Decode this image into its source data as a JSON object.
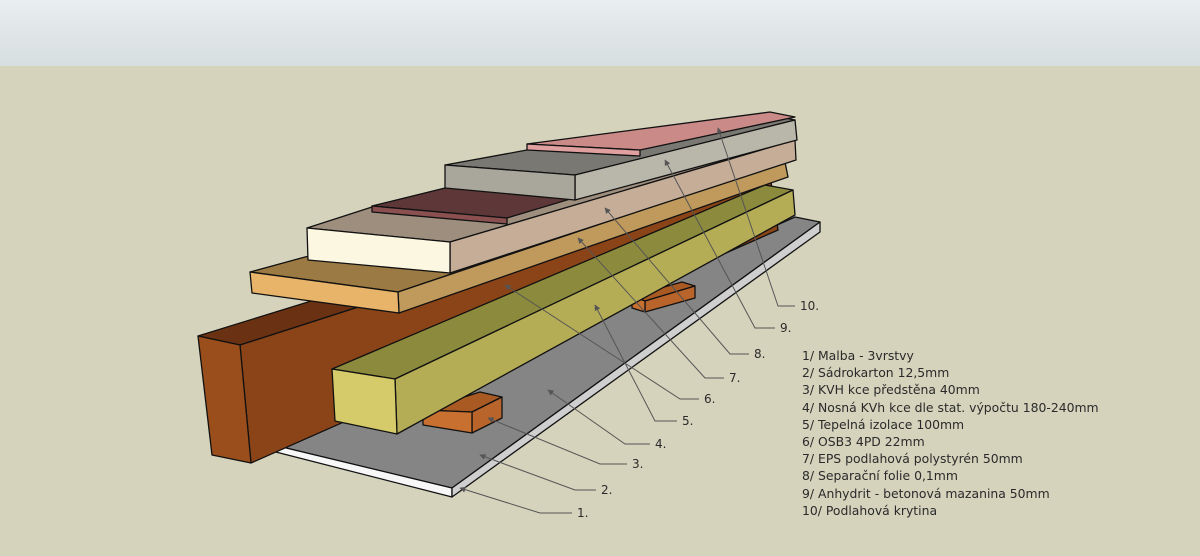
{
  "callouts": [
    "1.",
    "2.",
    "3.",
    "4.",
    "5.",
    "6.",
    "7.",
    "8.",
    "9.",
    "10."
  ],
  "legend": [
    "1/ Malba - 3vrstvy",
    "2/ Sádrokarton 12,5mm",
    "3/ KVH kce předstěna 40mm",
    "4/ Nosná KVh kce dle stat. výpočtu 180-240mm",
    "5/ Tepelná izolace 100mm",
    "6/ OSB3 4PD 22mm",
    "7/ EPS podlahová polystyrén 50mm",
    "8/ Separační folie 0,1mm",
    "9/ Anhydrit - betonová mazanina 50mm",
    "10/ Podlahová krytina"
  ],
  "colors": {
    "sky_top": "#e9eef0",
    "sky_bottom": "#d9e1e3",
    "ground": "#d6d3bd",
    "gypsum": "#f6f6f6",
    "paint": "#858585",
    "batten": "#c06a2c",
    "beam": "#7a3a14",
    "insulation": "#c8bd5c",
    "osb": "#d9a860",
    "eps": "#fcf6df",
    "foil": "#7a4a48",
    "screed": "#a9a69c",
    "flooring": "#c98a88"
  }
}
